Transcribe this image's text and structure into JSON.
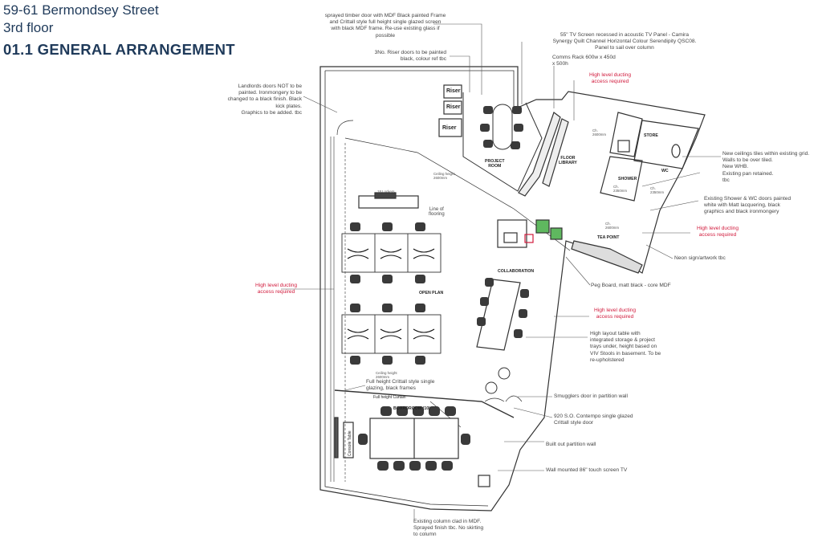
{
  "header": {
    "address": "59-61 Bermondsey Street",
    "floor": "3rd floor",
    "title": "01.1 GENERAL ARRANGEMENT"
  },
  "notes": {
    "sprayed_door": "sprayed timber door with MDF Black painted Frame\nand Crittall style full height single glazed screen\nwith black MDF frame. Re-use existing glass if\npossible",
    "risers": "3No. Riser doors to be painted\nblack, colour ref tbc",
    "landlords": "Landlords doors NOT to be\npainted. Ironmongery to be\nchanged to a black finish. Black\nkick plates.\nGraphics to be added. tbc",
    "tv_screen": "55\" TV Screen recessed in acoustic TV Panel - Camira\nSynergy Quilt Channel Horizontal Colour Serendipity QSC08.\nPanel to sail over column",
    "comms_rack": "Comms Rack 600w x 450d\nx 500h",
    "ducting_top": "High level ducting\naccess required",
    "ceilings": "New ceilings tiles within existing grid.\nWalls to be over tiled.\nNew WHB.\nExisting pan retained.\ntbc",
    "shower_doors": "Existing Shower & WC doors painted\nwhite with Matt lacquering, black\ngraphics and black ironmongery",
    "ducting_right": "High level ducting\naccess required",
    "neon": "Neon sign/artwork tbc",
    "ducting_left": "High level ducting\naccess required",
    "peg_board": "Peg Board, matt black - core MDF",
    "ducting_mid": "High level ducting\naccess required",
    "high_table": "High  layout table with\nintegrated storage & project\ntrays under, height based on\nVIV Stools in basement. To be\nre-upholstered",
    "crittall_glazing": "Full height Crittall style single\nglazing, black frames",
    "smugglers": "Smugglers door in partition wall",
    "contempo": "920 S.O. Contempo single glazed\nCrittall style door",
    "partition": "Built out partition wall",
    "touch_screen": "Wall mounted 86\" touch screen TV",
    "column": "Existing column clad in MDF.\nSprayed finish tbc. No skirting\nto column"
  },
  "rooms": {
    "riser1": "Riser",
    "riser2": "Riser",
    "riser3": "Riser",
    "project_room": "PROJECT\nROOM",
    "floor_library": "FLOOR\nLIBRARY",
    "store": "STORE",
    "shower": "SHOWER",
    "wc": "WC",
    "tea_point": "TEA POINT",
    "collaboration": "COLLABORATION",
    "open_plan": "OPEN PLAN",
    "boardroom": "BOARDROOM (10)",
    "lockers": "18 Lockers",
    "line_of_flooring": "Line of\nflooring",
    "full_height_curtain": "Full height Curtain",
    "console_table": "Console Table",
    "ceiling_height_1": "Ceiling height\n2600mm",
    "ceiling_height_2": "Ceiling height\n2600mm",
    "ch1": "Ch.\n2600mm",
    "ch2": "Ch.\n2350mm",
    "ch3": "Ch.\n2350mm",
    "ch4": "Ch.\n2600mm"
  },
  "colors": {
    "header": "#1f3a5a",
    "note_red": "#d11a3c",
    "wall": "#333333",
    "furniture": "#3a3a3a",
    "plant": "#3c8c3c"
  }
}
